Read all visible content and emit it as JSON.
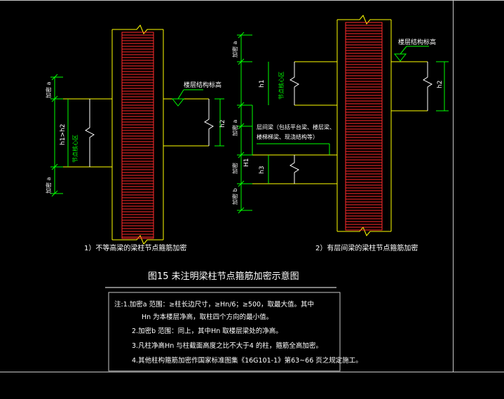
{
  "left_detail": {
    "sublabel": "1）不等高梁的梁柱节点箍筋加密",
    "beam_level_label": "楼层结构标高",
    "zone_label": "节点核心区",
    "dim_top": "加密 a",
    "dim_mid": "h1>h2",
    "dim_bottom": "加密 a",
    "h2": "h2"
  },
  "right_detail": {
    "sublabel": "2）有层间梁的梁柱节点箍筋加密",
    "beam_level_label": "楼层结构标高",
    "zone_label": "节点核心区",
    "interlayer_note_1": "层间梁（包括平台梁、楼层梁、",
    "interlayer_note_2": "楼梯梯梁、现浇结构等）",
    "dim_top": "加密 a",
    "h1": "h1",
    "h2": "h2",
    "H1": "H1",
    "dim_mid": "加密",
    "h3": "h3",
    "dim_bottom": "加密 b"
  },
  "figure_title": "图15  未注明梁柱节点箍筋加密示意图",
  "notes": [
    "注:1.加密a 范围：≥柱长边尺寸，≥Hn/6；≥500，取最大值。其中",
    "Hn 为本楼层净高，取柱四个方向的最小值。",
    "2.加密b 范围：同上，其中Hn 取楼层梁处的净高。",
    "3.凡柱净高Hn 与柱截面高度之比不大于4 的柱，箍筋全高加密。",
    "4.其他柱构箍筋加密作国家标准图集《16G101-1》第63~66 页之规定施工。"
  ],
  "colors": {
    "background": "#000000",
    "column_outline": "#ffff00",
    "stirrup": "#ff2a2a",
    "dimension": "#00ff00",
    "text": "#ffffff",
    "panel_border": "#c8c8c8"
  }
}
